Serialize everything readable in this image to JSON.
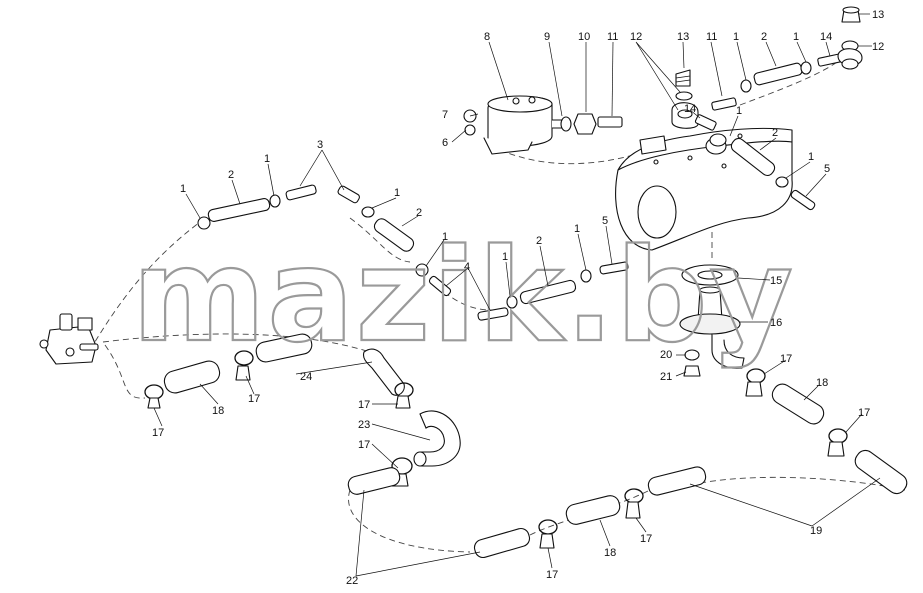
{
  "watermark": "mazik.by",
  "colors": {
    "line": "#111111",
    "route": "#444444",
    "watermark": "#9a9a9a",
    "background": "#ffffff"
  },
  "callouts": {
    "n1": "1",
    "n2": "2",
    "n3": "3",
    "n4": "4",
    "n5": "5",
    "n6": "6",
    "n7": "7",
    "n8": "8",
    "n9": "9",
    "n10": "10",
    "n11": "11",
    "n12": "12",
    "n13": "13",
    "n14": "14",
    "n15": "15",
    "n16": "16",
    "n17": "17",
    "n18": "18",
    "n19": "19",
    "n20": "20",
    "n21": "21",
    "n22": "22",
    "n23": "23",
    "n24": "24"
  }
}
